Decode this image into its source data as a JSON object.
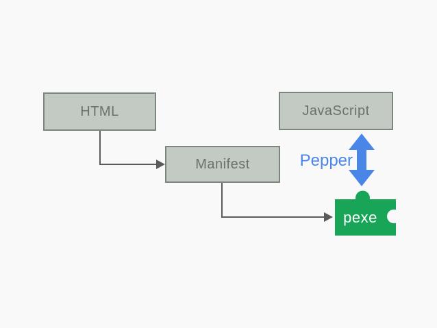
{
  "canvas": {
    "background": "#f9f9f9"
  },
  "nodes": {
    "html": {
      "label": "HTML"
    },
    "javascript": {
      "label": "JavaScript"
    },
    "manifest": {
      "label": "Manifest"
    },
    "pexe": {
      "label": "pexe"
    }
  },
  "labels": {
    "pepper": "Pepper"
  },
  "colors": {
    "node_fill": "#c3cac4",
    "node_border": "#7d857f",
    "node_text": "#68736b",
    "connector": "#5b5b5b",
    "pepper_blue": "#4a86e8",
    "pexe_green": "#18a558",
    "pexe_text": "#ffffff",
    "background": "#f9f9f9"
  },
  "icons": {
    "bidirectional_arrow": "vertical double-headed arrow",
    "puzzle_piece": "jigsaw puzzle piece with top knob and right notch",
    "arrowhead": "right-pointing triangle"
  }
}
